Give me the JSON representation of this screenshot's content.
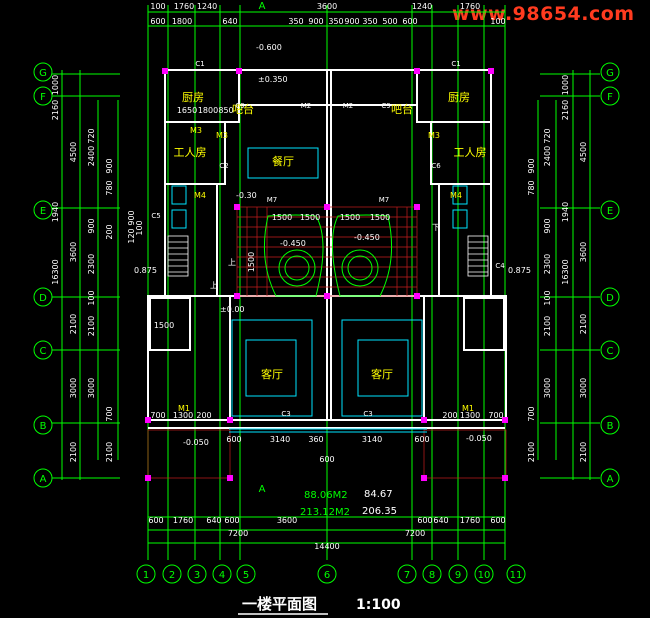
{
  "watermark": "www.98654.com",
  "title": "一楼平面图",
  "scale": "1:100",
  "area": {
    "line1_label": "88.06M2",
    "line1_value": "84.67",
    "line2_label": "213.12M2",
    "line2_value": "206.35"
  },
  "axes_cols": [
    "1",
    "2",
    "3",
    "4",
    "5",
    "6",
    "7",
    "8",
    "9",
    "10",
    "11"
  ],
  "axes_rows": [
    "G",
    "F",
    "E",
    "D",
    "C",
    "B",
    "A"
  ],
  "rooms": {
    "kitchen": "厨房",
    "bar": "吧台",
    "worker": "工人房",
    "dining": "餐厅",
    "living": "客厅"
  },
  "labels": {
    "section": "A",
    "up": "上",
    "down": "下",
    "c1": "C1",
    "c2": "C2",
    "c3": "C3",
    "c4": "C4",
    "c5": "C5",
    "c6": "C6",
    "c9": "C9",
    "m1": "M1",
    "m2": "M2",
    "m3": "M3",
    "m4": "M4",
    "m7": "M7"
  },
  "levels": {
    "l1": "-0.600",
    "l2": "±0.350",
    "l3": "-0.30",
    "l4": "-0.450",
    "l5": "-0.450",
    "l6": "±0.00",
    "l7": "-0.050",
    "l8": "-0.050",
    "l9": "0.875",
    "l10": "0.875"
  },
  "dims": {
    "top": [
      "100",
      "1760",
      "1240",
      "3600",
      "1240",
      "1760"
    ],
    "top2": [
      "600",
      "1800",
      "640",
      "350",
      "900",
      "350",
      "900",
      "350",
      "500",
      "600",
      "100"
    ],
    "bottom1": [
      "600",
      "1760",
      "640",
      "600",
      "3600",
      "600",
      "640",
      "1760",
      "600"
    ],
    "bottom2": [
      "7200",
      "7200"
    ],
    "bottom3": "14400",
    "left1": [
      "1000",
      "2160",
      "4500",
      "1940",
      "3600",
      "2100",
      "3000",
      "2100"
    ],
    "left2": [
      "720",
      "2400",
      "900",
      "780",
      "900",
      "200",
      "2300",
      "100",
      "2100",
      "3000",
      "700",
      "2100"
    ],
    "total": "16300",
    "inner": [
      "1650",
      "1800",
      "850",
      "1500",
      "1500",
      "1500",
      "1500",
      "1500",
      "1500",
      "700",
      "1300",
      "200",
      "200",
      "1300",
      "700",
      "600",
      "3140",
      "360",
      "3140",
      "600",
      "600",
      "900",
      "100",
      "120"
    ]
  }
}
